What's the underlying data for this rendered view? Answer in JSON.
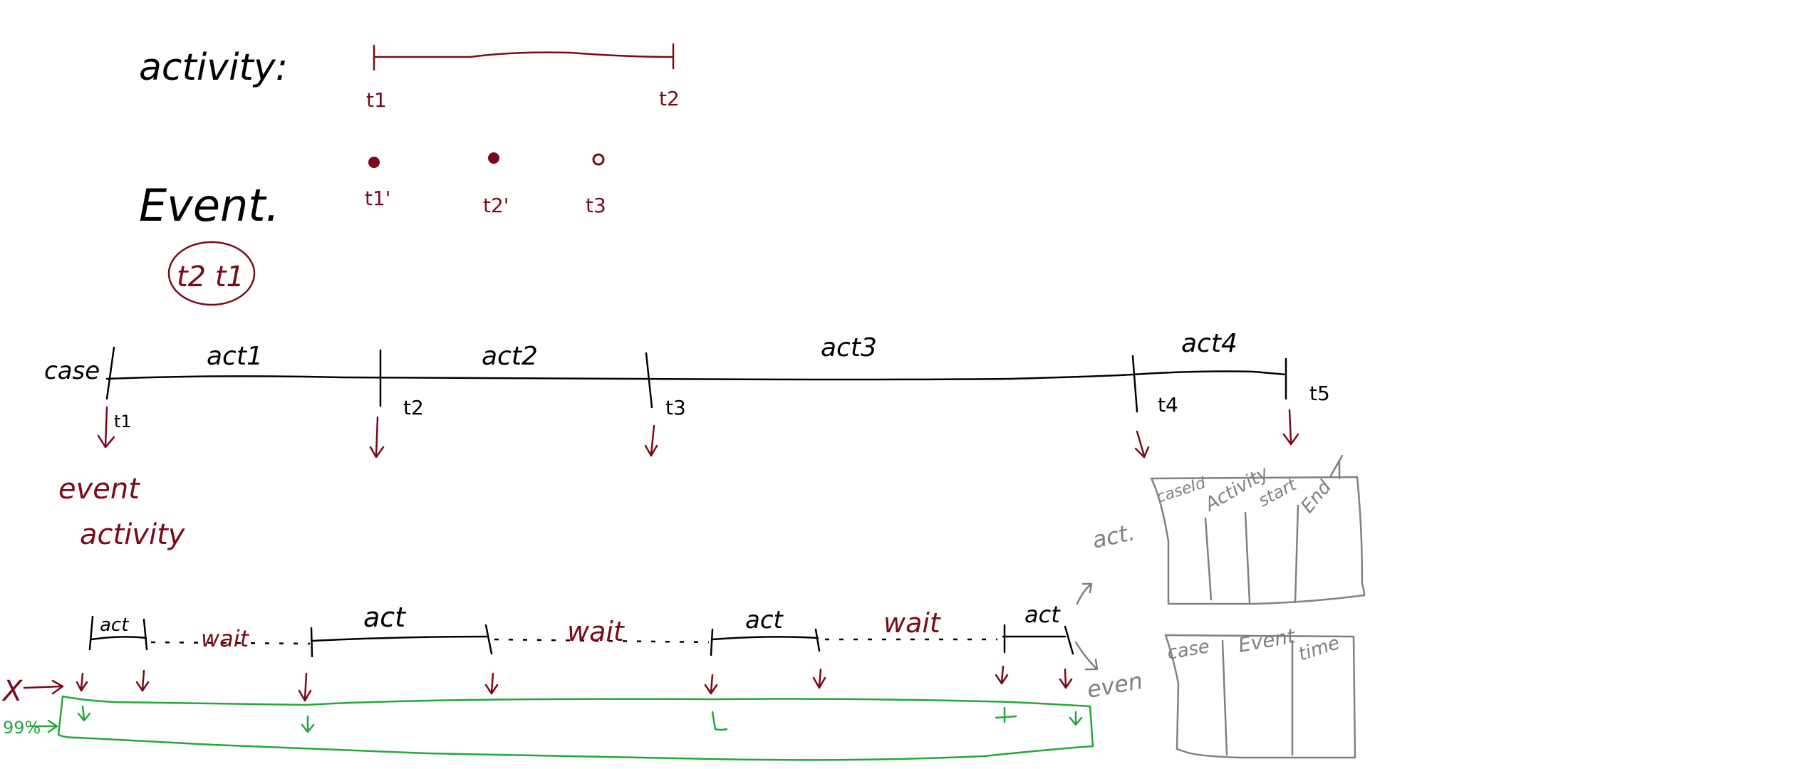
{
  "colors": {
    "ink": "#000000",
    "red_ink": "#7a0a1a",
    "gray_ink": "#808080",
    "green_ink": "#22a83a",
    "background": "#ffffff"
  },
  "legend": {
    "activity_label": "activity:",
    "activity_start": "t1",
    "activity_end": "t2",
    "event_label": "Event.",
    "event_times": [
      "t1'",
      "t2'",
      "t3"
    ],
    "circled_note": "t2 t1"
  },
  "timeline": {
    "case_label": "case",
    "activities": [
      "act1",
      "act2",
      "act3",
      "act4"
    ],
    "times": [
      "t1",
      "t2",
      "t3",
      "t4",
      "t5"
    ],
    "red_note_line1": "event",
    "red_note_line2": "activity"
  },
  "lower_timeline": {
    "activity_labels": [
      "act",
      "act",
      "act",
      "act"
    ],
    "wait_labels": [
      "wait",
      "wait",
      "wait"
    ],
    "x_label": "X",
    "band_label": "99%"
  },
  "tables": {
    "activity_table": {
      "side_label": "act.",
      "columns": [
        "caseId",
        "Activity",
        "start",
        "End"
      ]
    },
    "event_table": {
      "side_label": "even",
      "columns": [
        "case",
        "Event",
        "time"
      ]
    }
  }
}
